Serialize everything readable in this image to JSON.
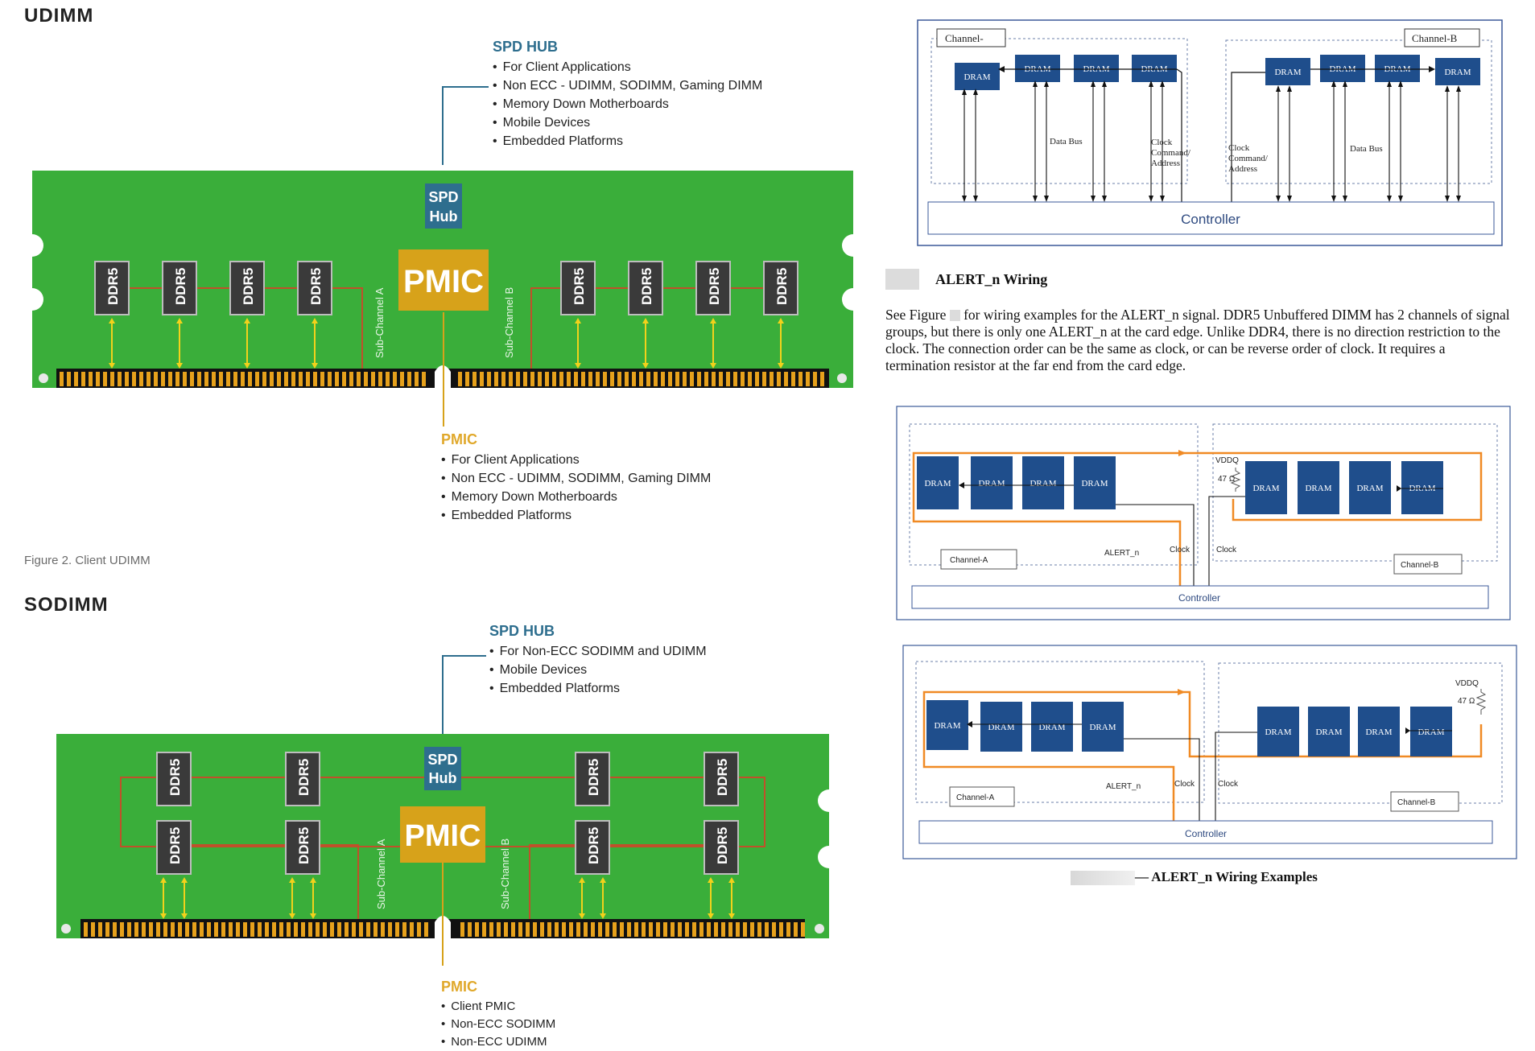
{
  "udimm": {
    "heading": "UDIMM",
    "figure_caption": "Figure 2. Client UDIMM",
    "spd_callout": {
      "title": "SPD HUB",
      "items": [
        "For Client Applications",
        "Non ECC - UDIMM, SODIMM, Gaming DIMM",
        "Memory Down Motherboards",
        "Mobile Devices",
        "Embedded Platforms"
      ]
    },
    "pmic_callout": {
      "title": "PMIC",
      "items": [
        "For Client Applications",
        "Non ECC - UDIMM, SODIMM, Gaming DIMM",
        "Memory Down Motherboards",
        "Embedded Platforms"
      ]
    },
    "spd_chip": [
      "SPD",
      "Hub"
    ],
    "pmic_chip": "PMIC",
    "dram_label": "DDR5",
    "subchannel_a": "Sub-Channel A",
    "subchannel_b": "Sub-Channel B"
  },
  "sodimm": {
    "heading": "SODIMM",
    "spd_callout": {
      "title": "SPD HUB",
      "items": [
        "For Non-ECC SODIMM and UDIMM",
        "Mobile Devices",
        "Embedded Platforms"
      ]
    },
    "pmic_callout": {
      "title": "PMIC",
      "items": [
        "Client PMIC",
        "Non-ECC SODIMM",
        "Non-ECC UDIMM"
      ]
    },
    "spd_chip": [
      "SPD",
      "Hub"
    ],
    "pmic_chip": "PMIC",
    "dram_label": "DDR5",
    "subchannel_a": "Sub-Channel A",
    "subchannel_b": "Sub-Channel B"
  },
  "diagram_top": {
    "channel_a": "Channel-",
    "channel_b": "Channel-B",
    "dram": "DRAM",
    "data_bus": "Data Bus",
    "clock_a": [
      "Clock",
      "Command/",
      "Address"
    ],
    "clock_b": [
      "Clock",
      "Command/",
      "Address"
    ],
    "controller": "Controller"
  },
  "alert": {
    "section_title": "ALERT_n Wiring",
    "paragraph_pre": "See Figure",
    "paragraph_post": "for wiring examples for the ALERT_n signal. DDR5 Unbuffered DIMM has 2 channels of signal groups, but there is only one ALERT_n at the card edge. Unlike DDR4, there is no direction restriction to the clock.  The connection order can be the same as clock, or can be reverse order of clock. It requires a termination resistor at the far end from the card edge.",
    "figure_caption": "— ALERT_n Wiring Examples"
  },
  "diagram_mid": {
    "dram": "DRAM",
    "vddq": "VDDQ",
    "res": "47 Ω",
    "alert_n": "ALERT_n",
    "clock_a": "Clock",
    "clock_b": "Clock",
    "channel_a": "Channel-A",
    "channel_b": "Channel-B",
    "controller": "Controller"
  },
  "diagram_bot": {
    "dram": "DRAM",
    "vddq": "VDDQ",
    "res": "47 Ω",
    "alert_n": "ALERT_n",
    "clock_a": "Clock",
    "clock_b": "Clock",
    "channel_a": "Channel-A",
    "channel_b": "Channel-B",
    "controller": "Controller"
  },
  "colors": {
    "pcb": "#3aae3a",
    "dram_blue": "#1f4e8c",
    "pmic_gold": "#d7a21a",
    "spd_blue": "#2e6e8e",
    "orange": "#f08a24",
    "trace": "#c0502a"
  }
}
